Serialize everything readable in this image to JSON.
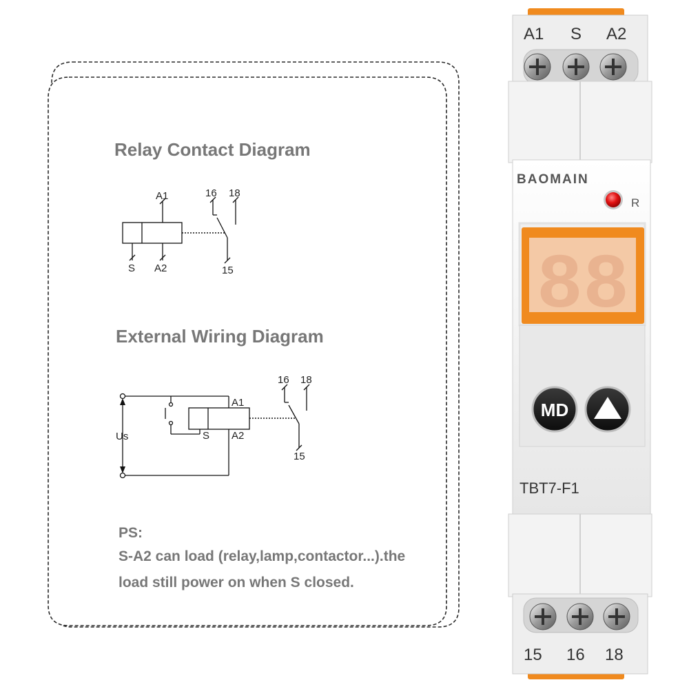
{
  "relay_contact": {
    "title": "Relay Contact Diagram",
    "a1": "A1",
    "s": "S",
    "a2": "A2",
    "t16": "16",
    "t18": "18",
    "t15": "15"
  },
  "external_wiring": {
    "title": "External Wiring Diagram",
    "a1": "A1",
    "s": "S",
    "a2": "A2",
    "us": "Us",
    "t16": "16",
    "t18": "18",
    "t15": "15"
  },
  "note": {
    "heading": "PS:",
    "line1": "S-A2 can load (relay,lamp,contactor...).the",
    "line2": "load still power on when S closed."
  },
  "device": {
    "brand": "BAOMAIN",
    "led_label": "R",
    "display_digits": "88",
    "md_button": "MD",
    "up_button_icon": "up-triangle-icon",
    "model": "TBT7-F1",
    "top_terminals": [
      "A1",
      "S",
      "A2"
    ],
    "bottom_terminals": [
      "15",
      "16",
      "18"
    ],
    "colors": {
      "accent_orange": "#f08a1e",
      "led_red": "#e01010",
      "display_bg": "#f3c8a8",
      "button_dark": "#1a1a1a"
    }
  }
}
